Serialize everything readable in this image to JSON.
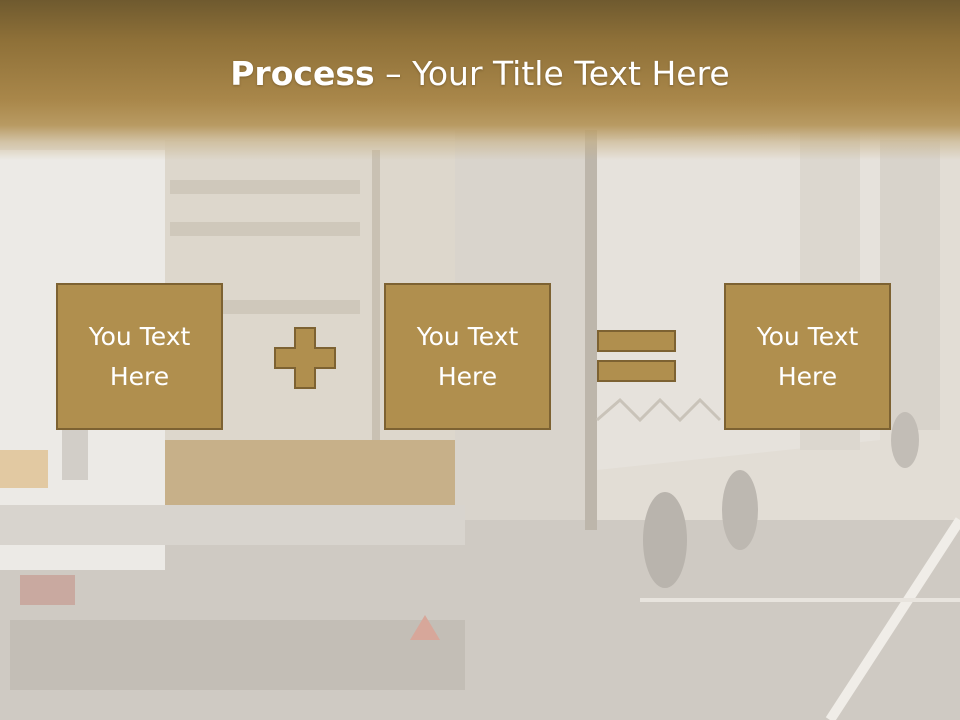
{
  "title": {
    "bold": "Process",
    "separator": " – ",
    "rest": "Your Title Text Here"
  },
  "boxes": [
    {
      "text": "You Text\nHere"
    },
    {
      "text": "You Text\nHere"
    },
    {
      "text": "You Text\nHere"
    }
  ],
  "operators": [
    "plus",
    "equals"
  ],
  "colors": {
    "title_band": "#8e7038",
    "box_fill": "#b08f4e",
    "box_border": "#7d6232",
    "text": "#ffffff"
  },
  "background": {
    "subject": "truck-trailer-photo"
  }
}
